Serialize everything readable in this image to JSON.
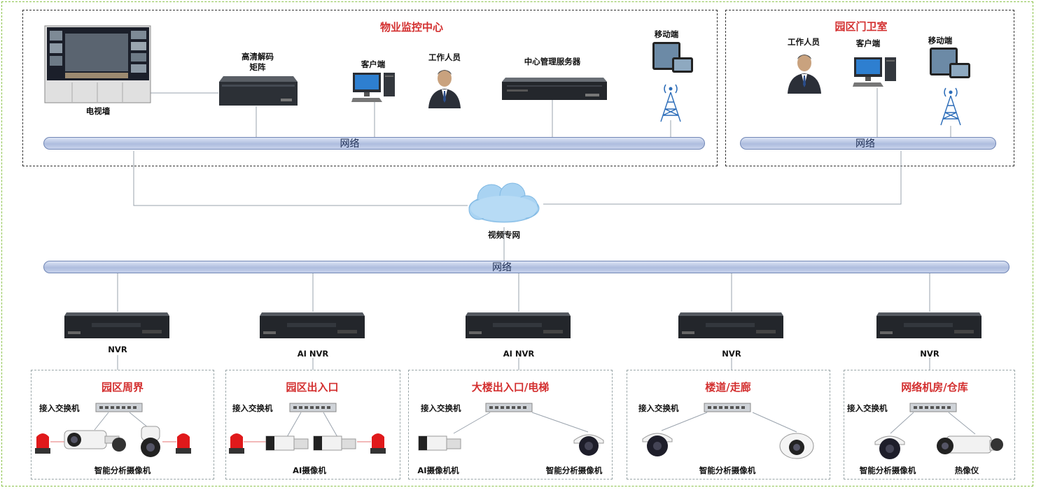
{
  "center": {
    "title": "物业监控中心",
    "tv_wall": "电视墙",
    "decoder": "高清解码矩阵",
    "client": "客户端",
    "staff": "工作人员",
    "server": "中心管理服务器",
    "mobile": "移动端",
    "network": "网络"
  },
  "guard": {
    "title": "园区门卫室",
    "staff": "工作人员",
    "client": "客户端",
    "mobile": "移动端",
    "network": "网络"
  },
  "cloud_label": "视频专网",
  "main_network": "网络",
  "nvrs": [
    "NVR",
    "AI  NVR",
    "AI  NVR",
    "NVR",
    "NVR"
  ],
  "zones": [
    {
      "title": "园区周界",
      "switch": "接入交换机",
      "devices": [
        "智能分析摄像机"
      ]
    },
    {
      "title": "园区出入口",
      "switch": "接入交换机",
      "devices": [
        "AI摄像机"
      ]
    },
    {
      "title": "大楼出入口/电梯",
      "switch": "接入交换机",
      "devices": [
        "AI摄像机机",
        "智能分析摄像机"
      ]
    },
    {
      "title": "楼道/走廊",
      "switch": "接入交换机",
      "devices": [
        "智能分析摄像机"
      ]
    },
    {
      "title": "网络机房/仓库",
      "switch": "接入交换机",
      "devices": [
        "智能分析摄像机",
        "热像仪"
      ]
    }
  ]
}
